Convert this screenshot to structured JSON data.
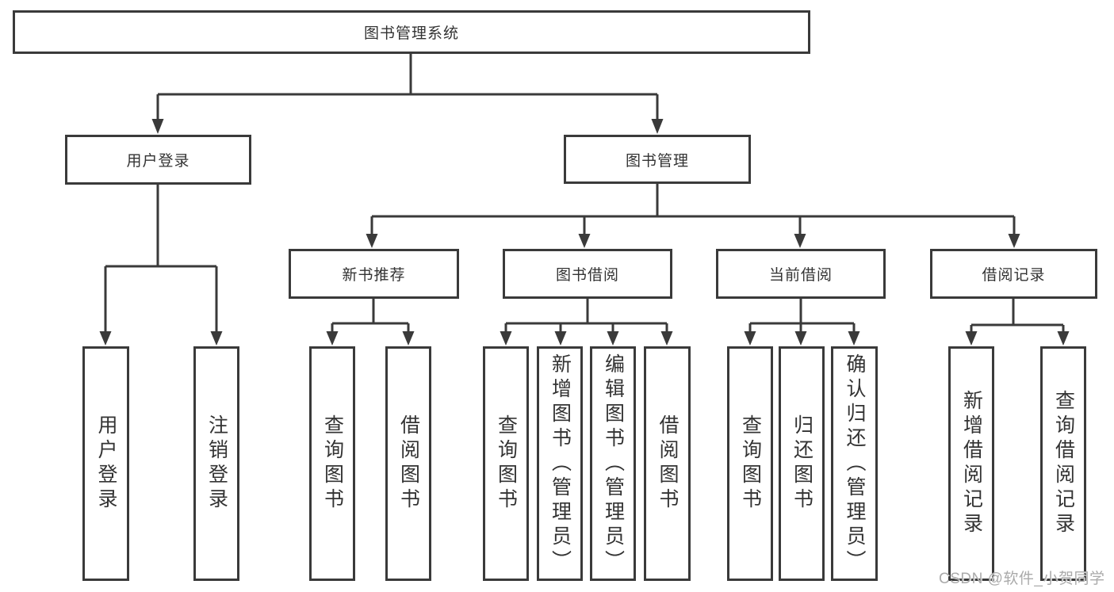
{
  "diagram_title": "图书管理系统",
  "tree": {
    "label": "图书管理系统",
    "children": [
      {
        "label": "用户登录",
        "children": [
          {
            "label": "用户登录"
          },
          {
            "label": "注销登录"
          }
        ]
      },
      {
        "label": "图书管理",
        "children": [
          {
            "label": "新书推荐",
            "children": [
              {
                "label": "查询图书"
              },
              {
                "label": "借阅图书"
              }
            ]
          },
          {
            "label": "图书借阅",
            "children": [
              {
                "label": "查询图书"
              },
              {
                "label": "新增图书（管理员）"
              },
              {
                "label": "编辑图书（管理员）"
              },
              {
                "label": "借阅图书"
              }
            ]
          },
          {
            "label": "当前借阅",
            "children": [
              {
                "label": "查询图书"
              },
              {
                "label": "归还图书"
              },
              {
                "label": "确认归还（管理员）"
              }
            ]
          },
          {
            "label": "借阅记录",
            "children": [
              {
                "label": "新增借阅记录"
              },
              {
                "label": "查询借阅记录"
              }
            ]
          }
        ]
      }
    ]
  },
  "watermark": {
    "text": "CSDN @软件_小贺同学"
  },
  "colors": {
    "background": "#ffffff",
    "line": "#3a3a3a",
    "box_border": "#3a3a3a",
    "text": "#333333",
    "watermark": "#aaaaaa"
  }
}
